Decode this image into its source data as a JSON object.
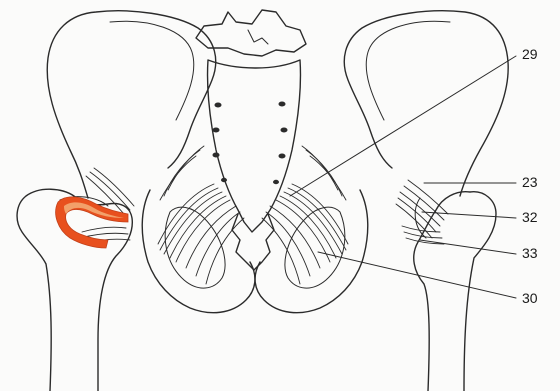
{
  "labels": {
    "l29": "29",
    "l23": "23",
    "l32": "32",
    "l33": "33",
    "l30": "30"
  },
  "colors": {
    "line": "#2b2b2b",
    "highlight_outer": "#e8501e",
    "highlight_inner": "#f2a06a"
  }
}
